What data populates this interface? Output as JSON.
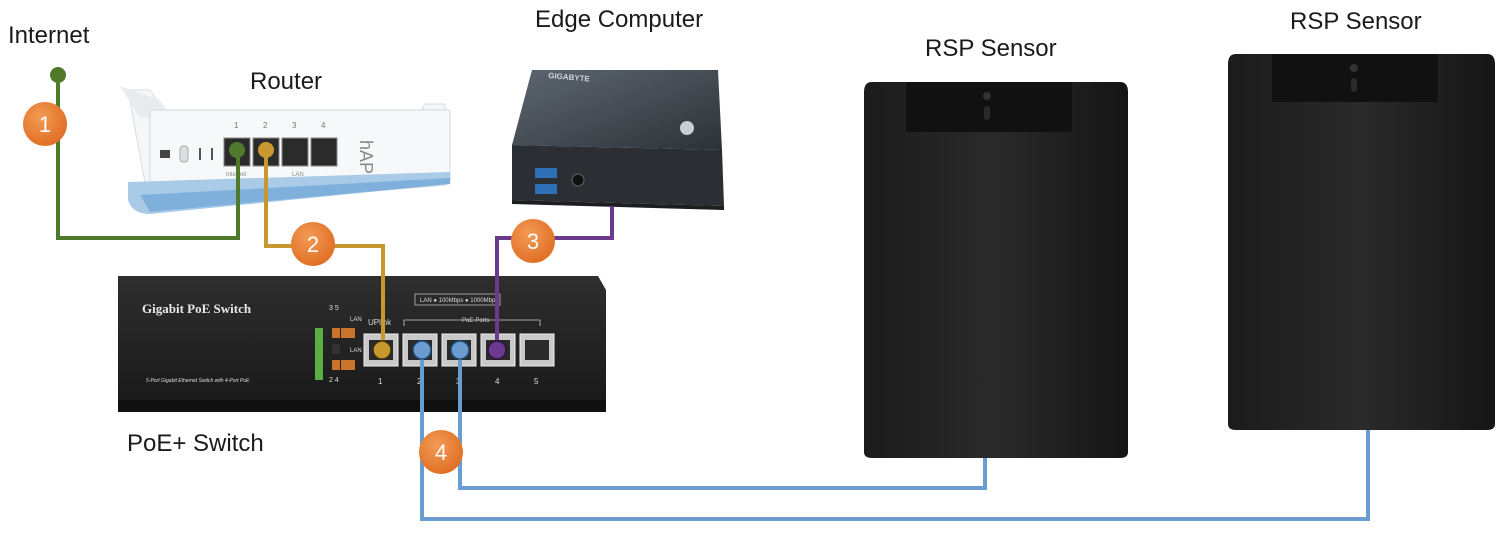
{
  "labels": {
    "internet": "Internet",
    "router": "Router",
    "edge_computer": "Edge Computer",
    "rsp_sensor_1": "RSP Sensor",
    "rsp_sensor_2": "RSP Sensor",
    "poe_switch": "PoE+ Switch"
  },
  "switch_panel": {
    "brand_text": "Gigabit PoE Switch",
    "footnote": "5-Port Gigabit Ethernet Switch with 4-Port PoE",
    "uplink": "UPlink",
    "poe_ports": "PoE-Ports",
    "legend": "LAN  ● 100Mbps  ● 1000Mbps",
    "port_numbers": [
      "1",
      "2",
      "3",
      "4",
      "5"
    ],
    "led_top": "3  5",
    "led_bottom": "2  4",
    "lan_a": "LAN",
    "lan_b": "LAN"
  },
  "router_panel": {
    "brand_text": "hAP",
    "port_numbers": [
      "1",
      "2",
      "3",
      "4"
    ],
    "internet_caption": "Internet",
    "lan_caption": "LAN"
  },
  "edge_panel": {
    "brand_text": "GIGABYTE"
  },
  "badges": [
    "1",
    "2",
    "3",
    "4"
  ],
  "colors": {
    "cable_internet": "#4f7a2c",
    "cable_router_switch": "#c8982f",
    "cable_edge": "#6b3a8f",
    "cable_sensors": "#6a9bd1",
    "badge": "#e87c2f"
  }
}
